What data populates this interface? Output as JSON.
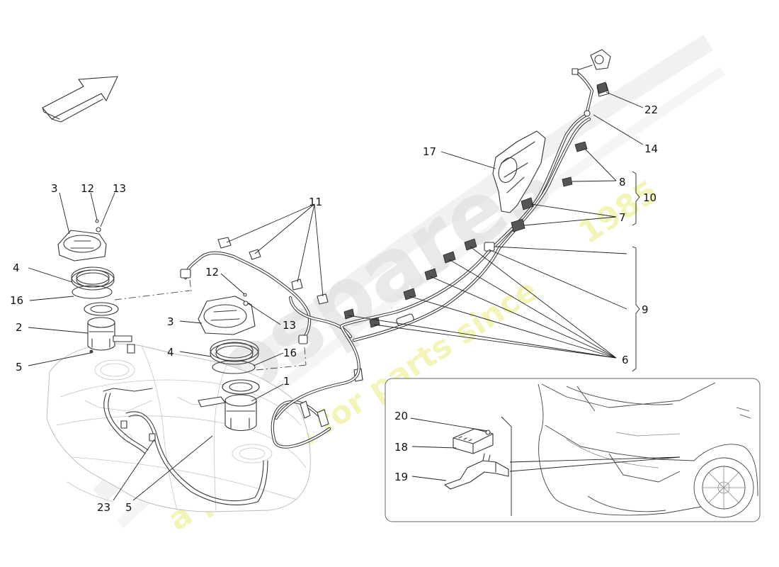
{
  "watermark": {
    "brand": "eurospares",
    "slogan_1": "a passion for parts since",
    "slogan_year": "1985",
    "brand_color": "#e2e2e2",
    "slogan_color": "#f2f2a8"
  },
  "callouts": {
    "c1": "1",
    "c2": "2",
    "c3a": "3",
    "c3b": "3",
    "c4a": "4",
    "c4b": "4",
    "c5a": "5",
    "c5b": "5",
    "c6": "6",
    "c7": "7",
    "c8": "8",
    "c9": "9",
    "c10": "10",
    "c11": "11",
    "c12a": "12",
    "c12b": "12",
    "c13a": "13",
    "c13b": "13",
    "c14": "14",
    "c16a": "16",
    "c16b": "16",
    "c17": "17",
    "c18": "18",
    "c19": "19",
    "c20": "20",
    "c22": "22",
    "c23": "23"
  },
  "icons": {
    "direction_arrow": "direction-arrow-icon"
  }
}
